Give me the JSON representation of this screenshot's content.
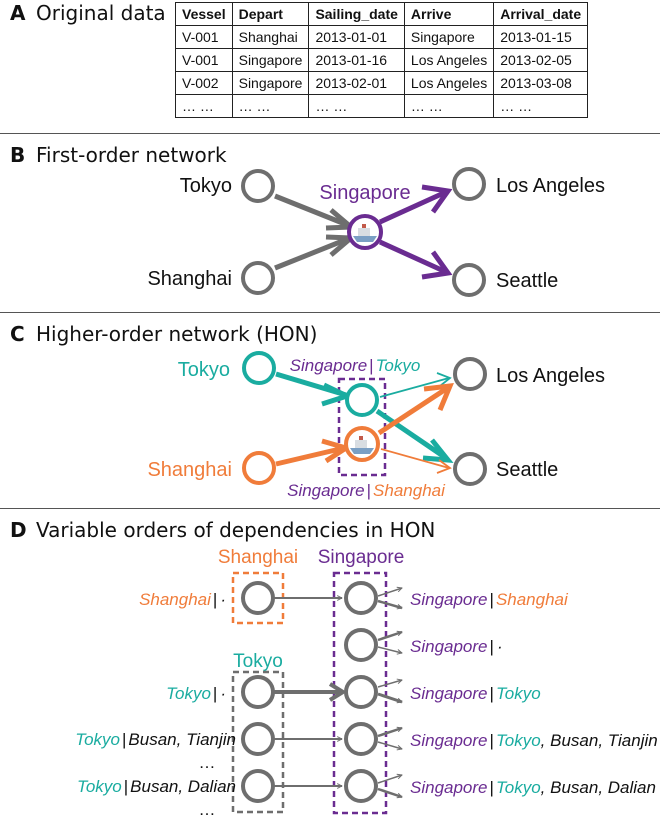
{
  "panel_a": {
    "letter": "A",
    "title": "Original data",
    "table": {
      "columns": [
        "Vessel",
        "Depart",
        "Sailing_date",
        "Arrive",
        "Arrival_date"
      ],
      "rows": [
        [
          "V-001",
          "Shanghai",
          "2013-01-01",
          "Singapore",
          "2013-01-15"
        ],
        [
          "V-001",
          "Singapore",
          "2013-01-16",
          "Los Angeles",
          "2013-02-05"
        ],
        [
          "V-002",
          "Singapore",
          "2013-02-01",
          "Los Angeles",
          "2013-03-08"
        ],
        [
          "… …",
          "… …",
          "… …",
          "… …",
          "… …"
        ]
      ]
    }
  },
  "panel_b": {
    "letter": "B",
    "title": "First-order network",
    "nodes": {
      "tokyo": "Tokyo",
      "shanghai": "Shanghai",
      "singapore": "Singapore",
      "los_angeles": "Los Angeles",
      "seattle": "Seattle"
    }
  },
  "panel_c": {
    "letter": "C",
    "title": "Higher-order network (HON)",
    "nodes": {
      "tokyo": "Tokyo",
      "shanghai": "Shanghai",
      "los_angeles": "Los Angeles",
      "seattle": "Seattle"
    },
    "label_singapore_tokyo": {
      "base": "Singapore",
      "sep": "|",
      "given": "Tokyo"
    },
    "label_singapore_shanghai": {
      "base": "Singapore",
      "sep": "|",
      "given": "Shanghai"
    }
  },
  "panel_d": {
    "letter": "D",
    "title": "Variable orders of dependencies in HON",
    "group_shanghai": "Shanghai",
    "group_tokyo": "Tokyo",
    "group_singapore": "Singapore",
    "left_labels": [
      {
        "given": "Shanghai",
        "sep": "|",
        "rest": "·"
      },
      {
        "given": "Tokyo",
        "sep": "|",
        "rest": "·"
      },
      {
        "given": "Tokyo",
        "sep": "|",
        "rest": "Busan, Tianjin"
      },
      {
        "given": "Tokyo",
        "sep": "|",
        "rest": "Busan, Dalian"
      }
    ],
    "ellipsis": "…",
    "right_labels": [
      {
        "base": "Singapore",
        "sep": "|",
        "given": "Shanghai",
        "rest": ""
      },
      {
        "base": "Singapore",
        "sep": "|",
        "given": "",
        "rest": "·"
      },
      {
        "base": "Singapore",
        "sep": "|",
        "given": "Tokyo",
        "rest": ""
      },
      {
        "base": "Singapore",
        "sep": "|",
        "given": "Tokyo",
        "rest": ", Busan, Tianjin"
      },
      {
        "base": "Singapore",
        "sep": "|",
        "given": "Tokyo",
        "rest": ", Busan, Dalian"
      }
    ]
  },
  "colors": {
    "gray": "#6e6e6e",
    "purple": "#6a2c91",
    "teal": "#1aaca0",
    "orange": "#f07c3a"
  }
}
